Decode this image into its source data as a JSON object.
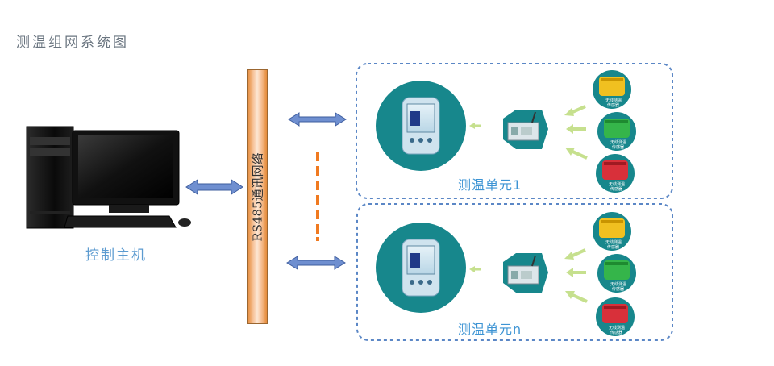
{
  "title": "测温组网系统图",
  "host": {
    "label": "控制主机"
  },
  "bus": {
    "label": "RS485通讯网络"
  },
  "units": [
    {
      "label": "测温单元1",
      "sensor_text": [
        "无线测温",
        "传感器"
      ]
    },
    {
      "label": "测温单元n",
      "sensor_text": [
        "无线测温",
        "传感器"
      ]
    }
  ],
  "colors": {
    "accent": "#3d94d4",
    "teal": "#17878c",
    "sensor_yellow": "#f0c020",
    "sensor_green": "#35b54a",
    "sensor_red": "#d8303a",
    "dashed_border": "#5b87c6",
    "arrow_blue": "#5a7fc4",
    "light_arrow": "#c6e08e",
    "dots": "#f07a20"
  }
}
